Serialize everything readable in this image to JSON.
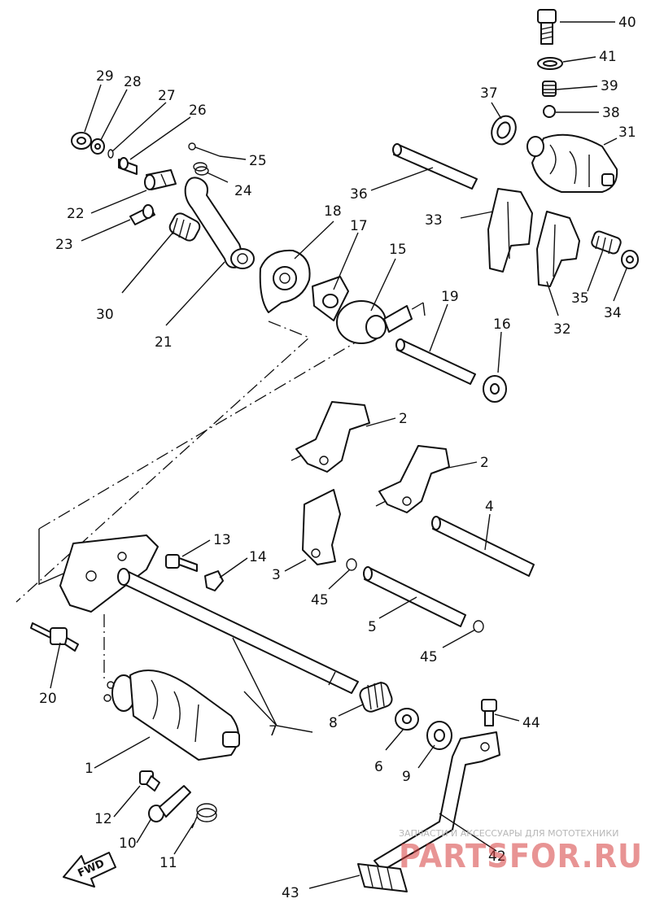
{
  "callouts": [
    {
      "id": "c40",
      "text": "40"
    },
    {
      "id": "c41",
      "text": "41"
    },
    {
      "id": "c39",
      "text": "39"
    },
    {
      "id": "c38",
      "text": "38"
    },
    {
      "id": "c37",
      "text": "37"
    },
    {
      "id": "c31",
      "text": "31"
    },
    {
      "id": "c29",
      "text": "29"
    },
    {
      "id": "c28",
      "text": "28"
    },
    {
      "id": "c27",
      "text": "27"
    },
    {
      "id": "c26",
      "text": "26"
    },
    {
      "id": "c25",
      "text": "25"
    },
    {
      "id": "c24",
      "text": "24"
    },
    {
      "id": "c36",
      "text": "36"
    },
    {
      "id": "c22",
      "text": "22"
    },
    {
      "id": "c18",
      "text": "18"
    },
    {
      "id": "c17",
      "text": "17"
    },
    {
      "id": "c15",
      "text": "15"
    },
    {
      "id": "c33",
      "text": "33"
    },
    {
      "id": "c23",
      "text": "23"
    },
    {
      "id": "c30",
      "text": "30"
    },
    {
      "id": "c21",
      "text": "21"
    },
    {
      "id": "c19",
      "text": "19"
    },
    {
      "id": "c16",
      "text": "16"
    },
    {
      "id": "c35",
      "text": "35"
    },
    {
      "id": "c34",
      "text": "34"
    },
    {
      "id": "c32",
      "text": "32"
    },
    {
      "id": "c2a",
      "text": "2"
    },
    {
      "id": "c2b",
      "text": "2"
    },
    {
      "id": "c4",
      "text": "4"
    },
    {
      "id": "c13",
      "text": "13"
    },
    {
      "id": "c14",
      "text": "14"
    },
    {
      "id": "c3",
      "text": "3"
    },
    {
      "id": "c45a",
      "text": "45"
    },
    {
      "id": "c5",
      "text": "5"
    },
    {
      "id": "c45b",
      "text": "45"
    },
    {
      "id": "c20",
      "text": "20"
    },
    {
      "id": "c7",
      "text": "7"
    },
    {
      "id": "c8",
      "text": "8"
    },
    {
      "id": "c44",
      "text": "44"
    },
    {
      "id": "c1",
      "text": "1"
    },
    {
      "id": "c6",
      "text": "6"
    },
    {
      "id": "c9",
      "text": "9"
    },
    {
      "id": "c12",
      "text": "12"
    },
    {
      "id": "c10",
      "text": "10"
    },
    {
      "id": "c11",
      "text": "11"
    },
    {
      "id": "c42",
      "text": "42"
    },
    {
      "id": "c43",
      "text": "43"
    }
  ],
  "fwd_label": "FWD",
  "watermark": {
    "tagline": "ЗАПЧАСТИ И АКСЕССУАРЫ ДЛЯ МОТОТЕХНИКИ",
    "logo": "PARTSFOR.RU"
  }
}
